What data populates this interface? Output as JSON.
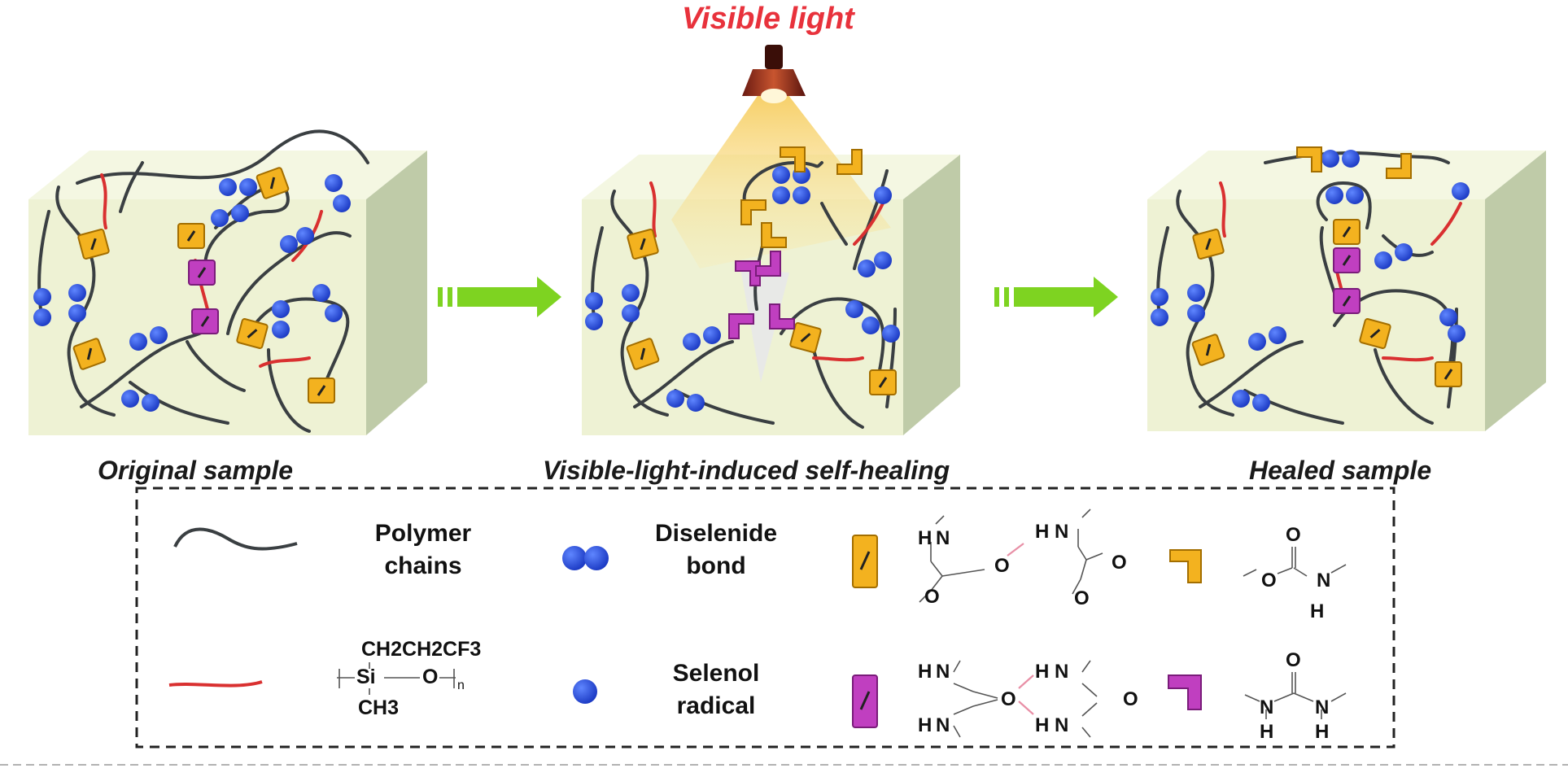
{
  "title": "Visible light",
  "panels": {
    "original": "Original sample",
    "healing": "Visible-light-induced self-healing",
    "healed": "Healed sample"
  },
  "legend": {
    "polymer_1": "Polymer",
    "polymer_2": "chains",
    "diselenide_1": "Diselenide",
    "diselenide_2": "bond",
    "selenol_1": "Selenol",
    "selenol_2": "radical",
    "siloxane_top": "CH2CH2CF3",
    "siloxane_si": "Si",
    "siloxane_o": "O",
    "siloxane_n": "n",
    "siloxane_bottom": "CH3"
  },
  "colors": {
    "cube_front": "#eef2d4",
    "cube_side": "#bdc9a6",
    "chain": "#3a3f42",
    "red_segment": "#d93030",
    "selenium": "#1f44d6",
    "urethane": "#f3b21f",
    "urea": "#c03fc0",
    "arrow": "#7ed321",
    "light": "#f6d36a",
    "title": "#e8323c"
  }
}
